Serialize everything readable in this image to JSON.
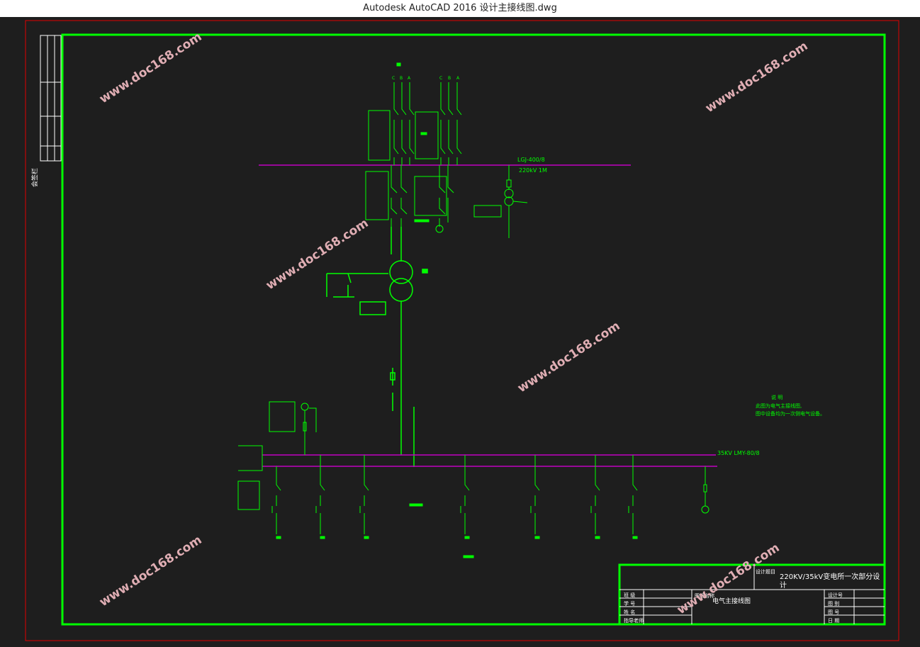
{
  "window": {
    "title": "Autodesk AutoCAD 2016     设计主接线图.dwg"
  },
  "colors": {
    "background": "#1e1e1e",
    "frame_red": "#e00000",
    "frame_green": "#00ff00",
    "busbar": "#c000c0",
    "line_green": "#00ff00",
    "watermark": "#e0aeb4"
  },
  "drawing": {
    "bus_220_label": "LGJ-400/8",
    "bus_220_kv": "220kV  1M",
    "bus_35_label": "35KV  LMY-80/8",
    "side_label": "会签栏",
    "note_title": "说  明",
    "note_line1": "此图为电气主接线图,",
    "note_line2": "图中设备均为一次侧电气设备。",
    "phase_labels": [
      "C",
      "B",
      "A",
      "C",
      "B",
      "A"
    ],
    "watermark_text": "www.doc168.com"
  },
  "title_block": {
    "project_label": "设计题目",
    "project_title_line1": "220KV/35kV变电所一次部分设",
    "project_title_line2": "计",
    "drawing_label": "图纸名称",
    "drawing_name": "电气主接线图",
    "rows_left": [
      "班  级",
      "学  号",
      "姓  名",
      "指导老师"
    ],
    "rows_right": [
      "设计号",
      "图  别",
      "图  号",
      "日  期"
    ]
  }
}
